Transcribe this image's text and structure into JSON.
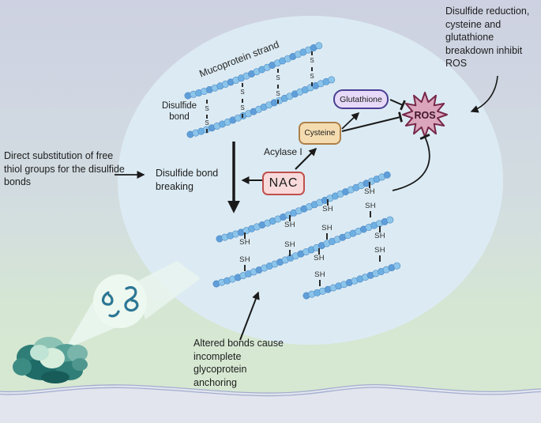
{
  "figure": {
    "type": "mechanism-diagram",
    "subject": "NAC mucolytic and antioxidant mechanism on mucoprotein strands"
  },
  "labels": {
    "mucoprotein_strand": "Mucoprotein strand",
    "disulfide_bond": "Disulfide bond",
    "disulfide_bond_breaking": "Disulfide bond breaking",
    "direct_substitution_note": "Direct substitution of free thiol groups for the disulfide bonds",
    "altered_bonds_note": "Altered bonds cause incomplete glycoprotein anchoring",
    "ros_inhibition_note": "Disulfide reduction, cysteine and glutathione breakdown inhibit ROS",
    "acylase": "Acylase I",
    "s": "S",
    "sh": "SH"
  },
  "nodes": {
    "nac": "NAC",
    "cysteine": "Cysteine",
    "glutathione": "Glutathione",
    "ros": "ROS"
  },
  "colors": {
    "nac_fill": "#f8dada",
    "nac_border": "#c0504d",
    "cysteine_fill": "#f5dcb0",
    "cysteine_border": "#ad8049",
    "glutathione_fill": "#e6daf8",
    "glutathione_border": "#4a3f93",
    "ros_fill": "#dba6bc",
    "ros_border": "#77284a",
    "bead_a": "#5f9ed8",
    "bead_b": "#8cc5ea",
    "bead_c": "#6fb0e2",
    "bead_stroke": "#4e88c4",
    "circle_fill": "#dcebf3",
    "membrane_line": "#a2aed0",
    "below_membrane_fill": "#e3e5ee",
    "arrow": "#1a1a1a",
    "mucus_dark": "#1f6b68",
    "mucus_mid": "#57a097",
    "mucus_light": "#bfe3d4",
    "squiggle": "#2c7694"
  }
}
